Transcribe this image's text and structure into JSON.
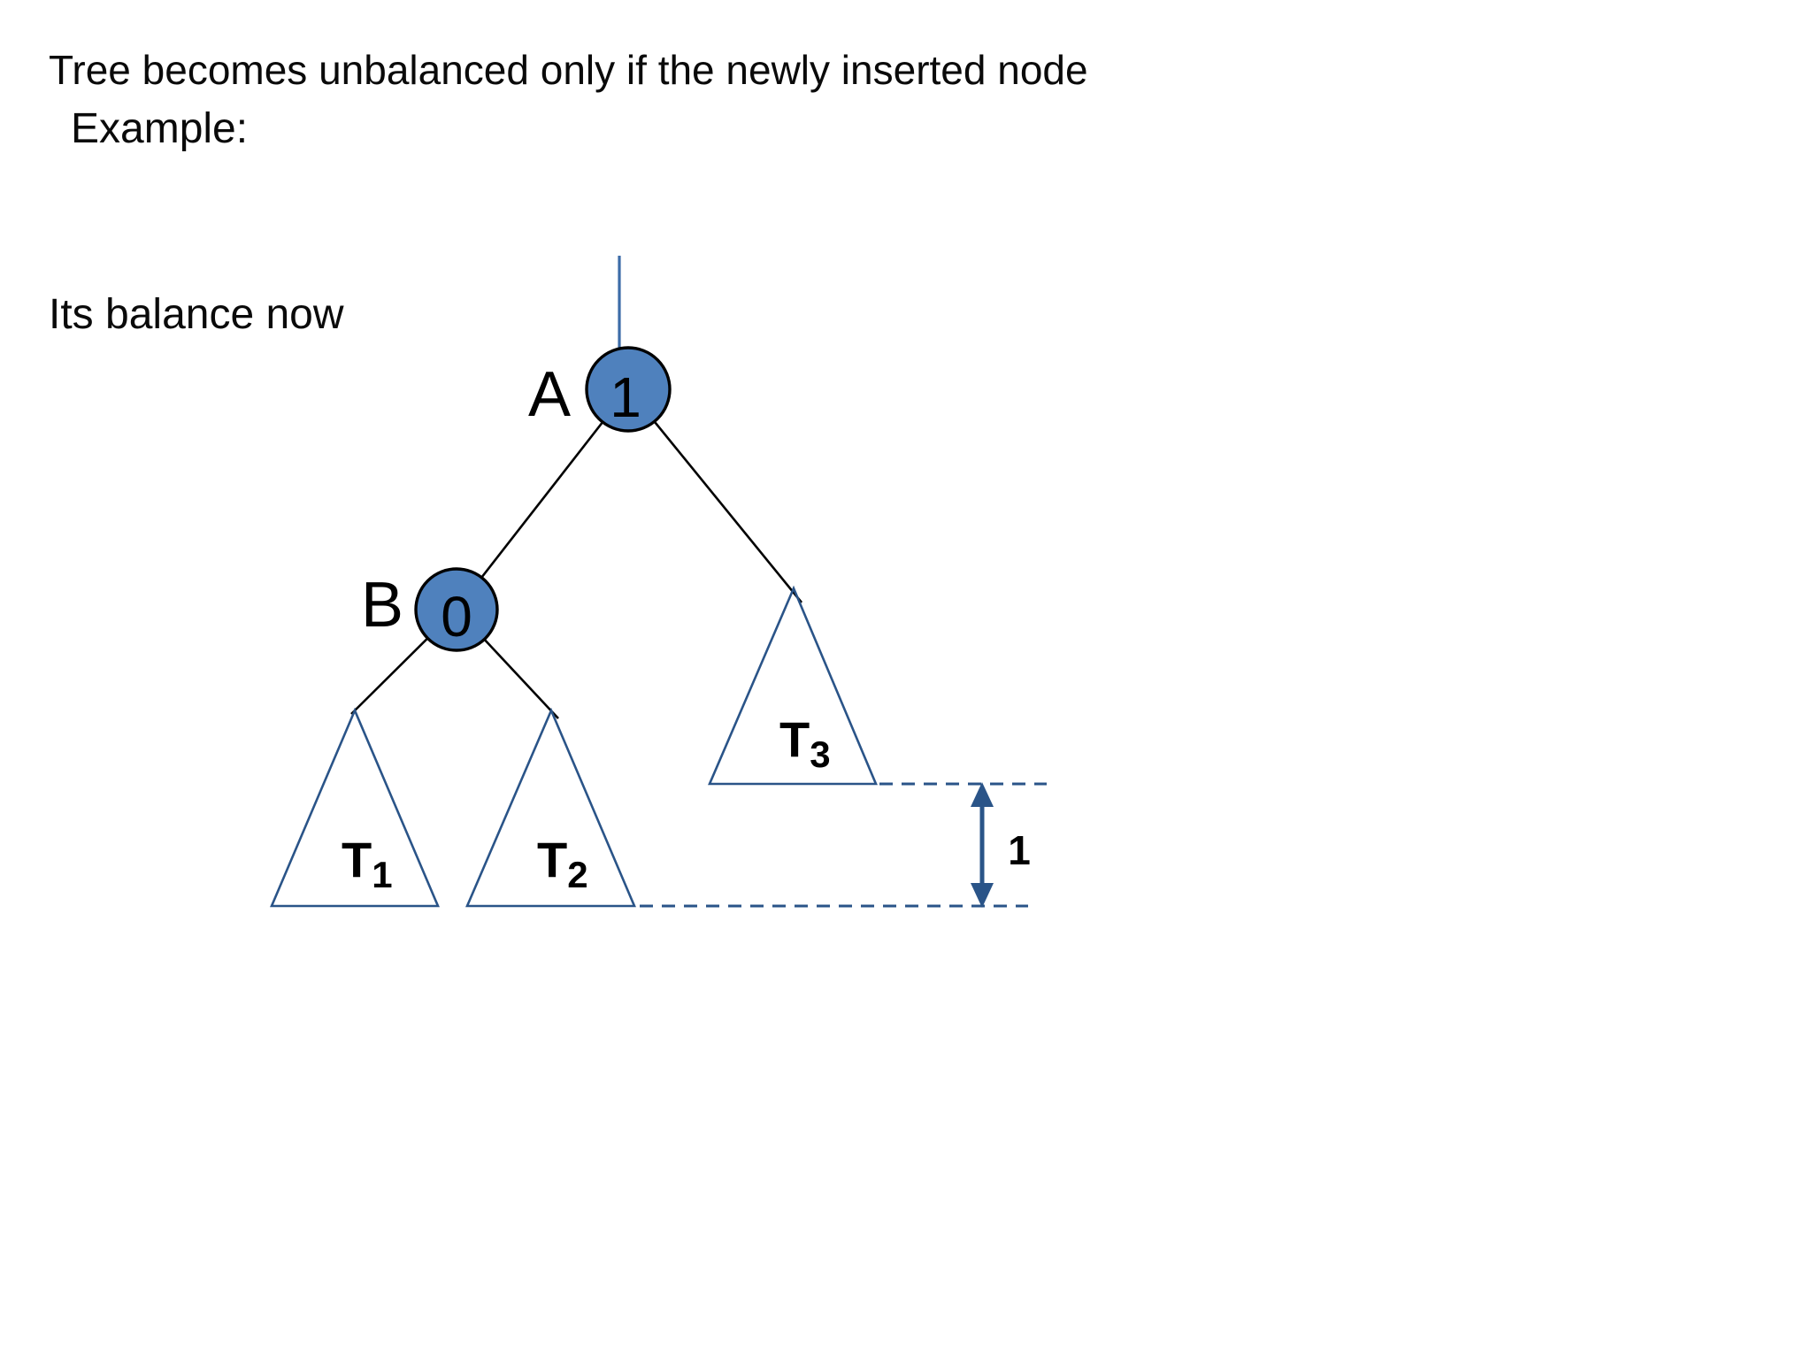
{
  "slide": {
    "title": "Tree becomes unbalanced only if the newly inserted node",
    "example_label": "Example:",
    "balance_caption": "Its balance now"
  },
  "tree": {
    "node_a": {
      "label": "A",
      "balance": "1"
    },
    "node_b": {
      "label": "B",
      "balance": "0"
    },
    "subtrees": [
      {
        "name": "T",
        "subscript": "1"
      },
      {
        "name": "T",
        "subscript": "2"
      },
      {
        "name": "T",
        "subscript": "3"
      }
    ],
    "height_difference": "1"
  },
  "colors": {
    "background": "#ffffff",
    "text": "#000000",
    "node_fill": "#4f81bd",
    "node_outline": "#000000",
    "edge_line": "#000000",
    "subtree_outline": "#2a5488",
    "dashed_line": "#2a5488",
    "arrow": "#2a5488",
    "hanging_link": "#3c6ca8"
  }
}
